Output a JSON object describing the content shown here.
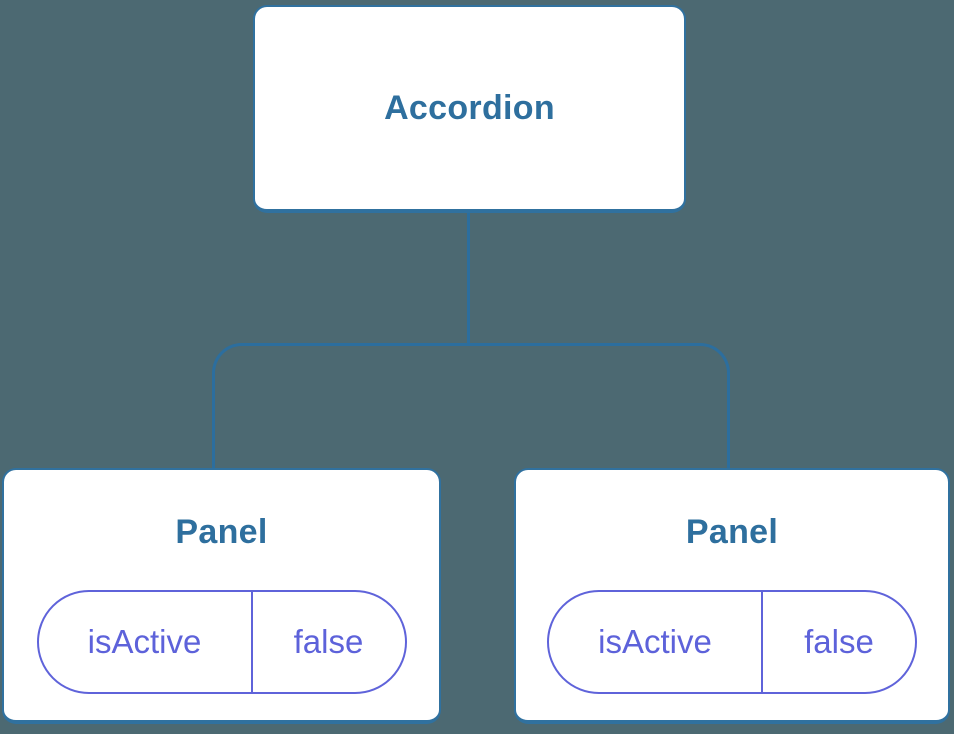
{
  "diagram": {
    "kind": "component-tree",
    "colors": {
      "background": "#4C6972",
      "node_fill": "#FFFFFF",
      "node_border": "#30719F",
      "node_text": "#2E6F9E",
      "connector": "#2C6E9E",
      "state_accent": "#5F63DA"
    },
    "tree": {
      "root": {
        "label": "Accordion"
      },
      "children": [
        {
          "label": "Panel",
          "state": {
            "name": "isActive",
            "value": "false"
          }
        },
        {
          "label": "Panel",
          "state": {
            "name": "isActive",
            "value": "false"
          }
        }
      ]
    }
  }
}
